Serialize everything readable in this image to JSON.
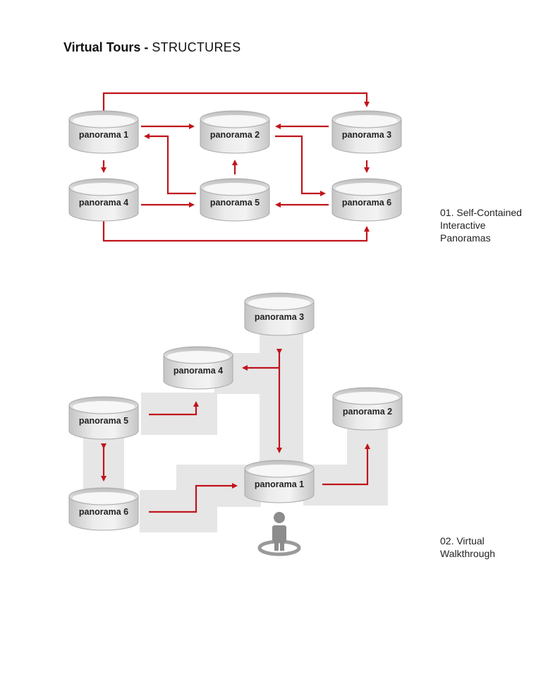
{
  "title": {
    "bold": "Virtual Tours -",
    "rest": "STRUCTURES"
  },
  "section1": {
    "caption": [
      "01. Self-Contained",
      "Interactive",
      "Panoramas"
    ],
    "panoramas": [
      "panorama 1",
      "panorama 2",
      "panorama 3",
      "panorama 4",
      "panorama 5",
      "panorama 6"
    ]
  },
  "section2": {
    "caption": [
      "02. Virtual",
      "Walkthrough"
    ],
    "panoramas": [
      "panorama 1",
      "panorama 2",
      "panorama 3",
      "panorama 4",
      "panorama 5",
      "panorama 6"
    ]
  },
  "colors": {
    "arrow": "#c0141c",
    "path": "#e6e6e6",
    "cylinder": "#d9d9d9",
    "person": "#8c8c8c"
  },
  "icons": [
    "person-icon"
  ]
}
